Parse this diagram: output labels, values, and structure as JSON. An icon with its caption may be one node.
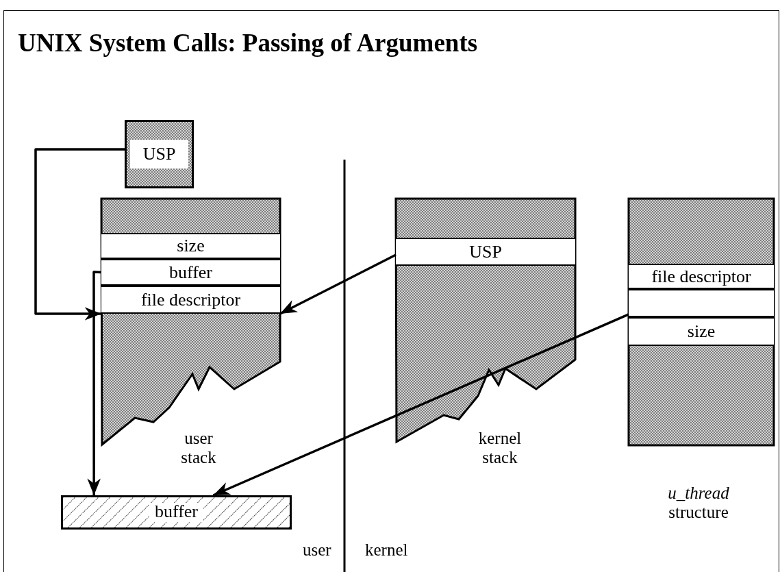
{
  "diagram": {
    "title": "UNIX System Calls: Passing of Arguments",
    "nodes": [
      {
        "text": [
          "USP"
        ]
      },
      {
        "text": [],
        "shape": "box",
        "beside": [
          "user stack"
        ]
      },
      {
        "text": [
          "size"
        ],
        "in": 1
      },
      {
        "text": [
          "buffer"
        ],
        "in": 1
      },
      {
        "text": [
          "file descriptor"
        ],
        "in": 1
      },
      {
        "text": [],
        "shape": "box",
        "beside": [
          "kernel stack"
        ]
      },
      {
        "text": [
          "USP"
        ],
        "in": 5
      },
      {
        "text": [],
        "shape": "box",
        "beside": [
          "*u_thread* structure"
        ]
      },
      {
        "text": [
          "file descriptor"
        ],
        "in": 7
      },
      {
        "text": [],
        "shape": "box",
        "in": 7
      },
      {
        "text": [
          "size"
        ],
        "in": 7
      },
      {
        "text": [
          "buffer"
        ]
      }
    ],
    "edges": [
      {
        "from": 0,
        "to": 4,
        "arrow": "to"
      },
      {
        "from": 6,
        "to": 4,
        "arrow": "to"
      },
      {
        "from": 3,
        "to": 11,
        "arrow": "to"
      },
      {
        "from": 9,
        "to": 11,
        "arrow": "to"
      }
    ],
    "labels": [
      "user",
      "kernel"
    ]
  }
}
